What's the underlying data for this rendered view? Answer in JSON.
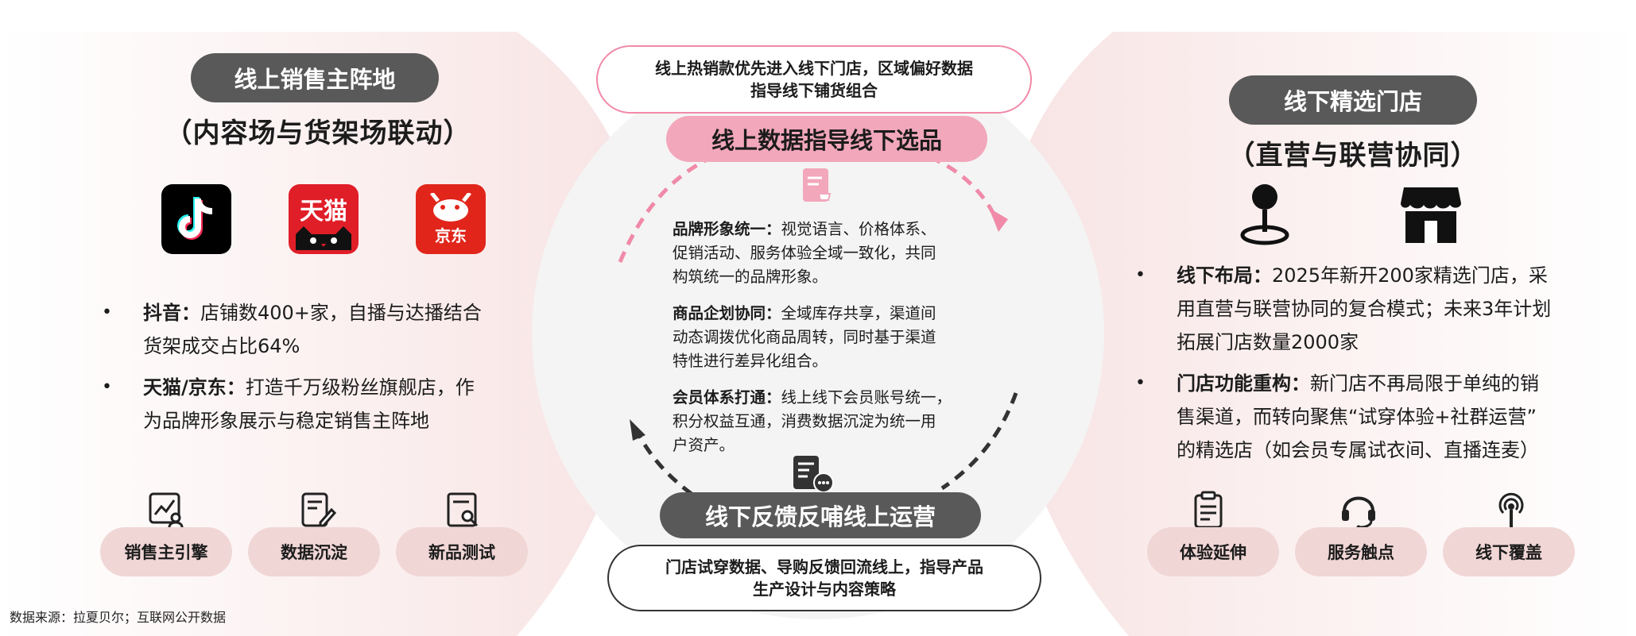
{
  "left": {
    "heading": "线上销售主阵地",
    "subtitle": "（内容场与货架场联动）",
    "apps": [
      {
        "icon": "douyin-icon"
      },
      {
        "icon": "tmall-icon",
        "text": "天猫"
      },
      {
        "icon": "jd-icon",
        "text": "京东"
      }
    ],
    "bullets": [
      {
        "title": "抖音：",
        "line1": "店铺数400+家，自播与达播结合",
        "line2": "货架成交占比64%"
      },
      {
        "title": "天猫/京东：",
        "line1": "打造千万级粉丝旗舰店，作",
        "line2": "为品牌形象展示与稳定销售主阵地"
      }
    ],
    "tags": [
      {
        "label": "销售主引擎",
        "icon": "sales-chart-icon"
      },
      {
        "label": "数据沉淀",
        "icon": "document-edit-icon"
      },
      {
        "label": "新品测试",
        "icon": "document-search-icon"
      }
    ]
  },
  "center": {
    "top_note_line1": "线上热销款优先进入线下门店，区域偏好数据",
    "top_note_line2": "指导线下铺货组合",
    "top_pill": "线上数据指导线下选品",
    "blocks": [
      {
        "title": "品牌形象统一：",
        "l1": "视觉语言、价格体系、",
        "l2": "促销活动、服务体验全域一致化，共同",
        "l3": "构筑统一的品牌形象。"
      },
      {
        "title": "商品企划协同：",
        "l1": "全域库存共享，渠道间",
        "l2": "动态调拨优化商品周转，同时基于渠道",
        "l3": "特性进行差异化组合。"
      },
      {
        "title": "会员体系打通：",
        "l1": "线上线下会员账号统一，",
        "l2": "积分权益互通，消费数据沉淀为统一用",
        "l3": "户资产。"
      }
    ],
    "bottom_pill": "线下反馈反哺线上运营",
    "bottom_note_line1": "门店试穿数据、导购反馈回流线上，指导产品",
    "bottom_note_line2": "生产设计与内容策略"
  },
  "right": {
    "heading": "线下精选门店",
    "subtitle": "（直营与联营协同）",
    "bullets": [
      {
        "title": "线下布局：",
        "line1": "2025年新开200家精选门店，采",
        "line2": "用直营与联营协同的复合模式；未来3年计划",
        "line3": "拓展门店数量2000家"
      },
      {
        "title": "门店功能重构：",
        "line1": "新门店不再局限于单纯的销",
        "line2": "售渠道，而转向聚焦“试穿体验+社群运营”",
        "line3": "的精选店（如会员专属试衣间、直播连麦）"
      }
    ],
    "tags": [
      {
        "label": "体验延伸",
        "icon": "clipboard-icon"
      },
      {
        "label": "服务触点",
        "icon": "headset-icon"
      },
      {
        "label": "线下覆盖",
        "icon": "signal-tower-icon"
      }
    ]
  },
  "source": "数据来源：拉夏贝尔；互联网公开数据",
  "colors": {
    "dark_pill": "#595959",
    "pink_pill": "#f2a7bb",
    "tag_bg": "#f1d6d6",
    "arrow_pink": "#f08aa8",
    "arrow_dark": "#333333"
  }
}
